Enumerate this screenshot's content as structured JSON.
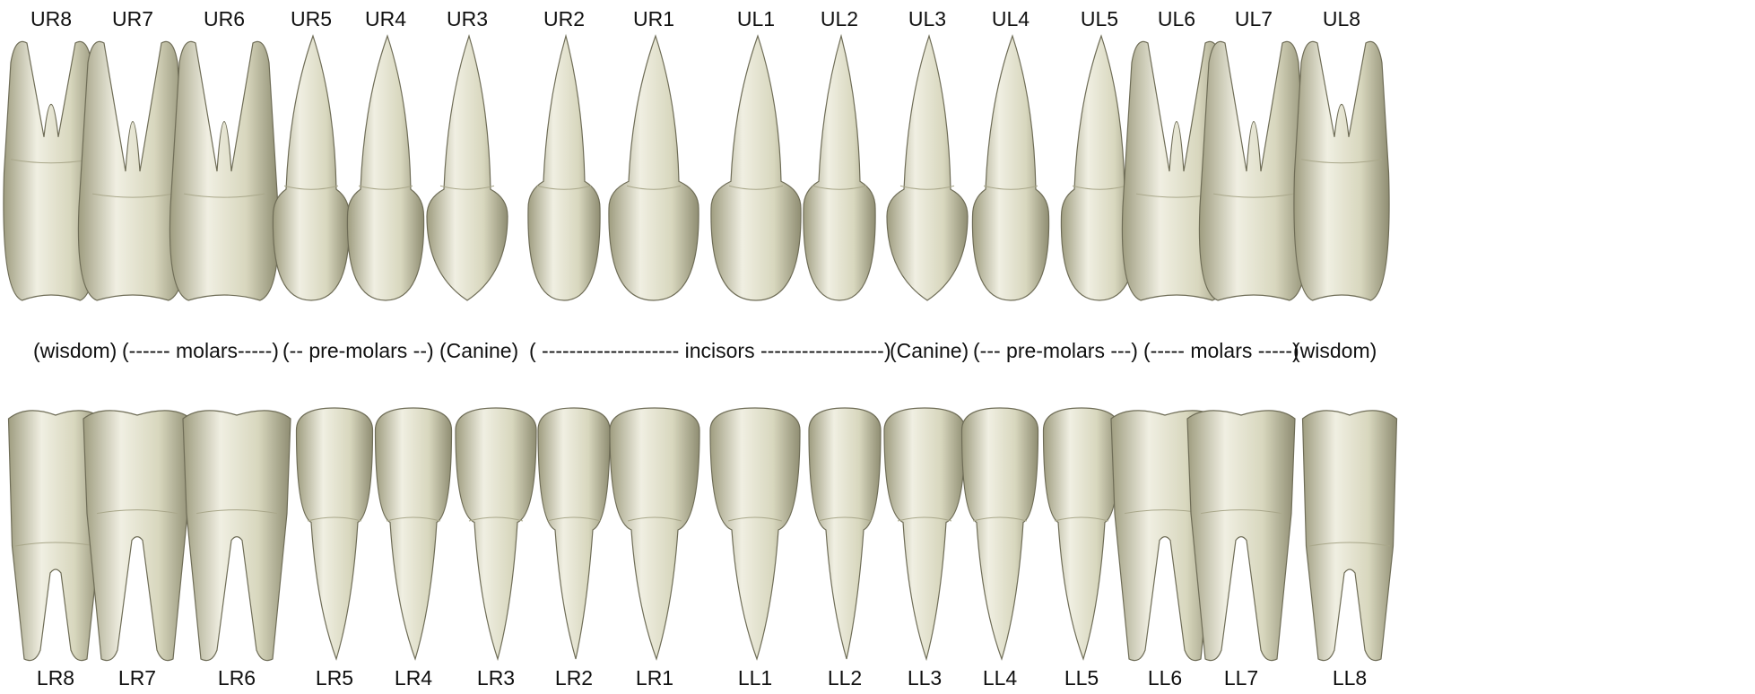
{
  "upper_labels": [
    "UR8",
    "UR7",
    "UR6",
    "UR5",
    "UR4",
    "UR3",
    "UR2",
    "UR1",
    "UL1",
    "UL2",
    "UL3",
    "UL4",
    "UL5",
    "UL6",
    "UL7",
    "UL8"
  ],
  "lower_labels": [
    "LR8",
    "LR7",
    "LR6",
    "LR5",
    "LR4",
    "LR3",
    "LR2",
    "LR1",
    "LL1",
    "LL2",
    "LL3",
    "LL4",
    "LL5",
    "LL6",
    "LL7",
    "LL8"
  ],
  "group_labels": [
    "(wisdom)",
    "(------ molars-----)",
    "(-- pre-molars --)",
    "(Canine)",
    "( -------------------- incisors ------------------)",
    "(Canine)",
    "(--- pre-molars ---)",
    "(----- molars -----)",
    "(wisdom)"
  ],
  "upper_teeth_types": [
    "molar3",
    "molar",
    "molar",
    "premolar",
    "premolar",
    "canine",
    "incisor-lateral",
    "incisor-central",
    "incisor-central",
    "incisor-lateral",
    "canine",
    "premolar",
    "premolar",
    "molar",
    "molar",
    "molar3"
  ],
  "lower_teeth_types": [
    "molar3",
    "molar",
    "molar",
    "premolar",
    "premolar",
    "canine",
    "incisor-lateral",
    "incisor-central",
    "incisor-central",
    "incisor-lateral",
    "canine",
    "premolar",
    "premolar",
    "molar",
    "molar",
    "molar3"
  ],
  "colors": {
    "tooth_fill": "#dcdbc2",
    "tooth_shade": "#a9a78a",
    "tooth_highlight": "#f2f1e4",
    "outline": "#6f6d57"
  }
}
